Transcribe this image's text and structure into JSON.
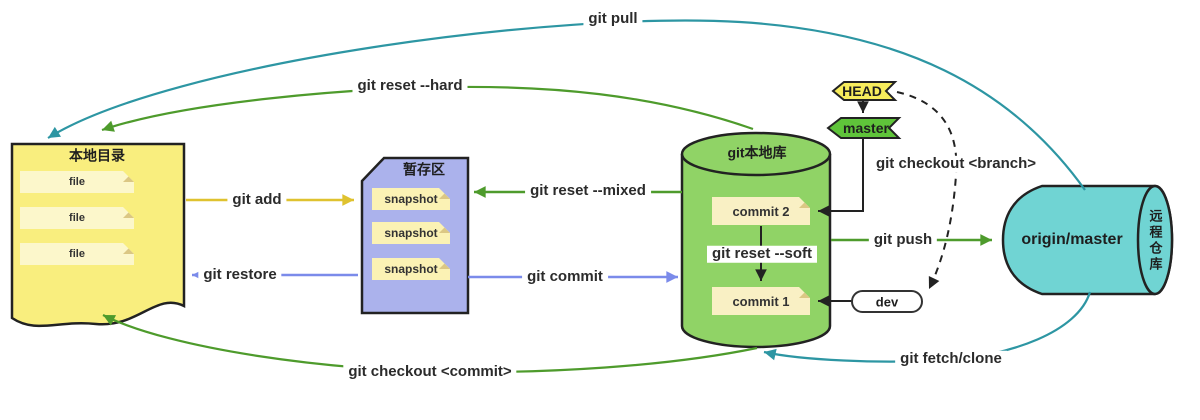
{
  "diagram": {
    "local_dir": {
      "title": "本地目录",
      "files": [
        "file",
        "file",
        "file"
      ]
    },
    "staging": {
      "title": "暂存区",
      "snapshots": [
        "snapshot",
        "snapshot",
        "snapshot"
      ]
    },
    "local_repo": {
      "title": "git本地库",
      "commit_top": "commit 2",
      "commit_bottom": "commit 1",
      "reset_soft": "git reset --soft"
    },
    "remote_repo": {
      "title": "origin/master",
      "side_label": "远程仓库"
    },
    "refs": {
      "head": "HEAD",
      "master": "master",
      "dev": "dev"
    },
    "commands": {
      "pull": "git pull",
      "reset_hard": "git reset --hard",
      "add": "git add",
      "reset_mixed": "git reset --mixed",
      "restore": "git restore",
      "commit": "git commit",
      "push": "git push",
      "checkout_branch": "git checkout <branch>",
      "checkout_commit": "git checkout <commit>",
      "fetch_clone": "git fetch/clone"
    },
    "colors": {
      "teal_arrow": "#2d96a3",
      "green_arrow": "#4e9b2c",
      "yellow_arrow": "#dfc22f",
      "blue_arrow": "#7b8bea",
      "black_line": "#222222",
      "doc_fill": "#f9ee7e",
      "staging_fill": "#abb2ec",
      "repo_fill": "#90d366",
      "remote_fill": "#70d4d3",
      "note_fill": "#fbf2b4",
      "head_fill": "#f7ec5c",
      "master_fill": "#5fc43a"
    }
  }
}
